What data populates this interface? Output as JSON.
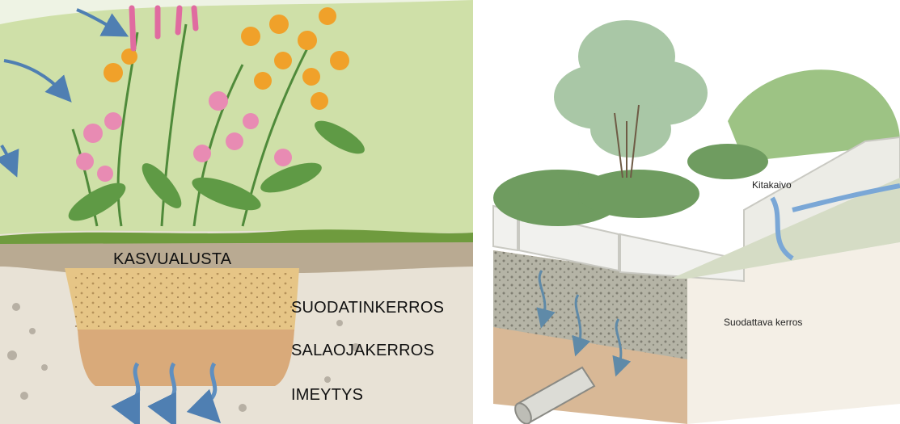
{
  "left_diagram": {
    "labels": {
      "growing_medium": "KASVUALUSTA",
      "filter_layer": "SUODATINKERROS",
      "drainage_layer": "SALAOJAKERROS",
      "infiltration": "IMEYTYS"
    },
    "colors": {
      "grass": "#8fb35a",
      "soil": "#b9aa92",
      "filter": "#e6c586",
      "drainage": "#d9aa7a",
      "water_arrow": "#5f8fc0"
    }
  },
  "right_diagram": {
    "labels": {
      "gutter_well": "Kitakaivo",
      "filtering_layer": "Suodattava kerros"
    },
    "colors": {
      "curb": "#f1f1ee",
      "gravel": "#a8a89a",
      "subsoil": "#d8b896",
      "water": "#7aa7d6",
      "foliage": "#7aa86c"
    }
  }
}
